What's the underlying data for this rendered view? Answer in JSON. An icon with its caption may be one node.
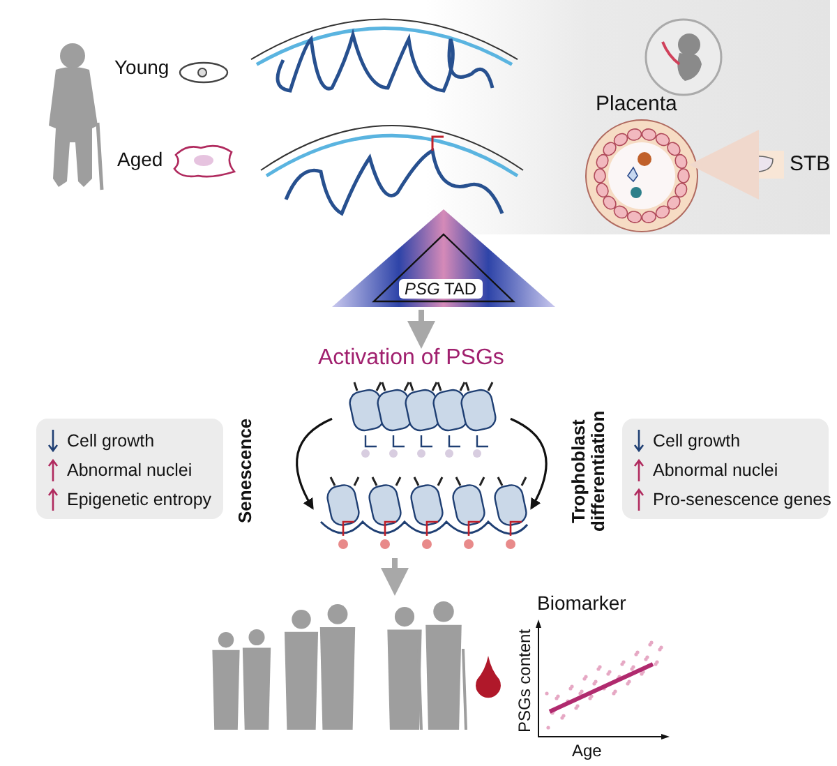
{
  "diagram": {
    "nodes": [
      {
        "text": [
          "Placenta"
        ]
      },
      {
        "text": [
          "STB"
        ]
      },
      {
        "text": [
          "*PSG* TAD"
        ]
      },
      {
        "text": [
          "Activation of PSGs"
        ]
      },
      {
        "text": [
          "Cell growth",
          "Abnormal nuclei",
          "Epigenetic entropy"
        ]
      },
      {
        "text": [],
        "shape": "picture"
      },
      {
        "text": [
          "Cell growth",
          "Abnormal nuclei",
          "Pro-senescence genes"
        ]
      },
      {
        "text": [],
        "shape": "picture"
      }
    ],
    "edges": [
      {
        "from": 1,
        "to": 0,
        "arrow": "to",
        "style": "thick",
        "color": "#f0d8cc"
      },
      {
        "from": 2,
        "to": 3,
        "arrow": "to"
      },
      {
        "from": 3,
        "to": 5,
        "arrow": "to",
        "label": "Senescence",
        "color": "#111111"
      },
      {
        "from": 3,
        "to": 5,
        "arrow": "to",
        "label": "Trophoblast differentiation",
        "color": "#111111"
      },
      {
        "from": 5,
        "to": 7,
        "arrow": "to"
      }
    ],
    "labels": [
      "Young",
      "Aged",
      "Biomarker",
      "PSGs content",
      "Age"
    ]
  }
}
